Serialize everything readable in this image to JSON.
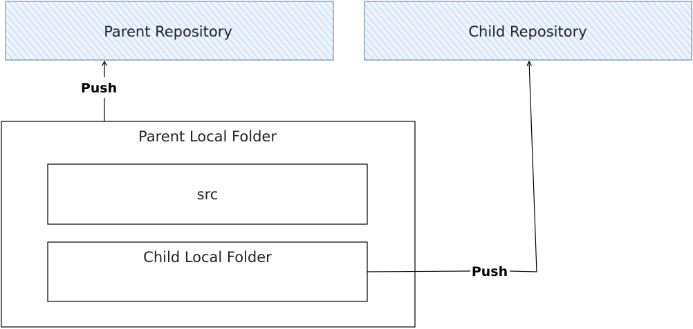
{
  "diagram": {
    "nodes": {
      "parent_repo": {
        "label": "Parent Repository"
      },
      "child_repo": {
        "label": "Child Repository"
      },
      "parent_local": {
        "label": "Parent Local Folder"
      },
      "src": {
        "label": "src"
      },
      "child_local": {
        "label": "Child Local Folder"
      }
    },
    "edges": {
      "parent_push": {
        "label": "Push",
        "from": "Parent Local Folder",
        "to": "Parent Repository"
      },
      "child_push": {
        "label": "Push",
        "from": "Child Local Folder",
        "to": "Child Repository"
      }
    }
  },
  "colors": {
    "repo_fill": "#dae8fc",
    "repo_stroke": "#6c8ebf",
    "folder_stroke": "#000000"
  }
}
